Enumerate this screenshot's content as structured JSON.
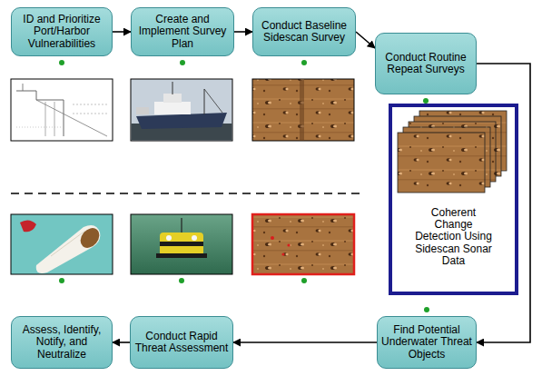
{
  "diagram": {
    "nodes": [
      {
        "text": [
          "ID and Prioritize Port/Harbor Vulnerabilities"
        ]
      },
      {
        "text": [
          "Create and Implement Survey Plan"
        ]
      },
      {
        "text": [
          "Conduct Baseline Sidescan Survey"
        ]
      },
      {
        "text": [
          "Conduct Routine Repeat Surveys"
        ]
      },
      {
        "text": [
          "Coherent Change Detection Using Sidescan Sonar Data"
        ]
      },
      {
        "text": [
          "Find Potential Underwater Threat Objects"
        ]
      },
      {
        "text": [
          "Conduct Rapid Threat Assessment"
        ]
      },
      {
        "text": [
          "Assess, Identify, Notify, and Neutralize"
        ]
      }
    ],
    "edges": [
      {
        "from": 0,
        "to": 1,
        "arrow": "to"
      },
      {
        "from": 1,
        "to": 2,
        "arrow": "to"
      },
      {
        "from": 2,
        "to": 3,
        "arrow": "to"
      },
      {
        "from": 3,
        "to": 5,
        "arrow": "to"
      },
      {
        "from": 5,
        "to": 6,
        "arrow": "to"
      },
      {
        "from": 6,
        "to": 7,
        "arrow": "to"
      }
    ]
  }
}
